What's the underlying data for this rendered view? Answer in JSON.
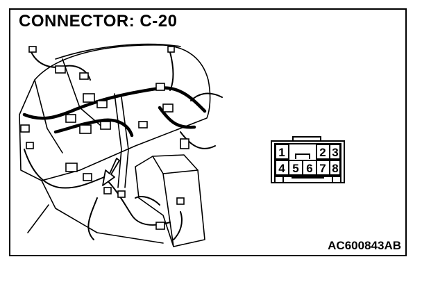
{
  "header": {
    "title": "CONNECTOR: C-20"
  },
  "footer": {
    "figure_code": "AC600843AB"
  },
  "connector": {
    "pins_top": [
      "1",
      "2",
      "3"
    ],
    "pins_bottom": [
      "4",
      "5",
      "6",
      "7",
      "8"
    ]
  }
}
